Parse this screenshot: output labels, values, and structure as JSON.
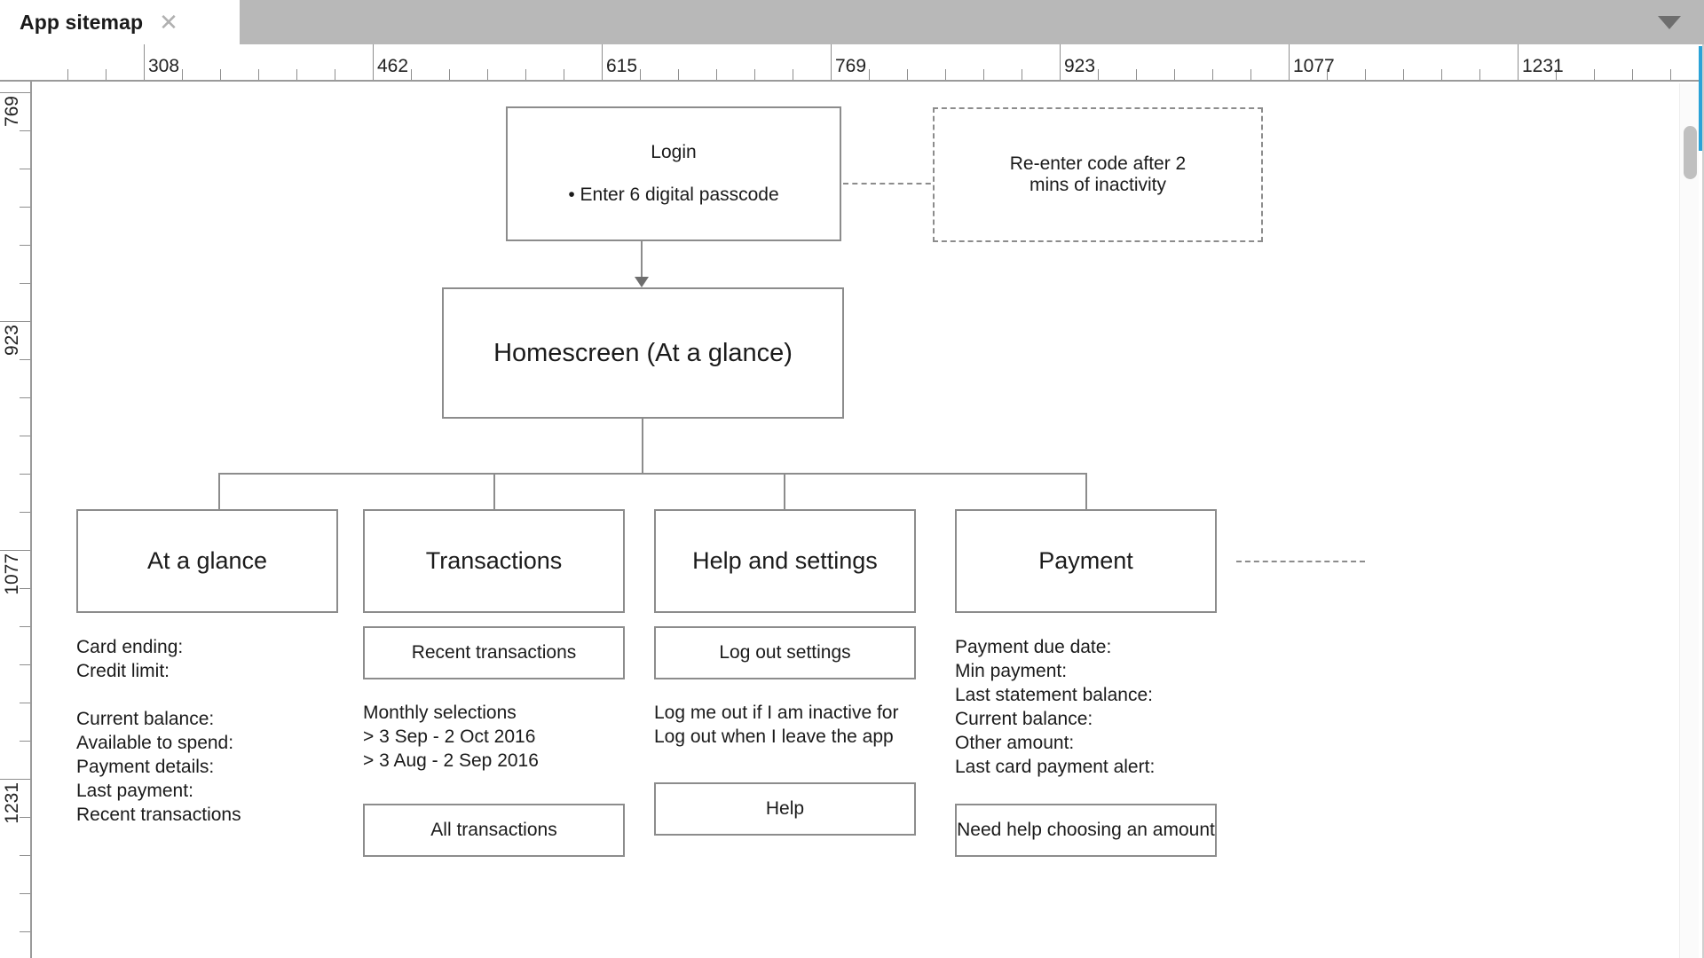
{
  "window": {
    "tab_title": "App sitemap",
    "close_icon": "close-icon",
    "dropdown_icon": "chevron-down-icon"
  },
  "rulers": {
    "horizontal_labels": [
      "308",
      "462",
      "615",
      "769",
      "923",
      "1077",
      "1231"
    ],
    "vertical_labels": [
      "769",
      "923",
      "1077",
      "1231"
    ]
  },
  "diagram": {
    "login": {
      "title": "Login",
      "bullet": "• Enter 6 digital passcode"
    },
    "inactivity_note": {
      "line1": "Re-enter code after 2",
      "line2": "mins of inactivity"
    },
    "homescreen": {
      "title": "Homescreen (At a glance)"
    },
    "sections": [
      {
        "title": "At a glance",
        "details": "Card ending:\nCredit limit:\n\nCurrent balance:\nAvailable to spend:\nPayment details:\nLast payment:\nRecent transactions"
      },
      {
        "title": "Transactions",
        "sub_box_1": "Recent transactions",
        "details": "Monthly selections\n> 3 Sep - 2 Oct 2016\n> 3 Aug - 2 Sep 2016",
        "sub_box_2": "All transactions"
      },
      {
        "title": "Help and settings",
        "sub_box_1": "Log out settings",
        "details": "Log me out if I am inactive for\nLog out when I leave the app",
        "sub_box_2": "Help"
      },
      {
        "title": "Payment",
        "details": "Payment due date:\nMin payment:\nLast statement balance:\nCurrent balance:\nOther amount:\nLast card payment alert:",
        "sub_box_2": "Need help choosing an amount"
      }
    ]
  },
  "colors": {
    "node_border": "#8c8c8c",
    "tabbar": "#b8b8b8",
    "accent": "#2aa3d8",
    "text": "#1b1b1b"
  }
}
